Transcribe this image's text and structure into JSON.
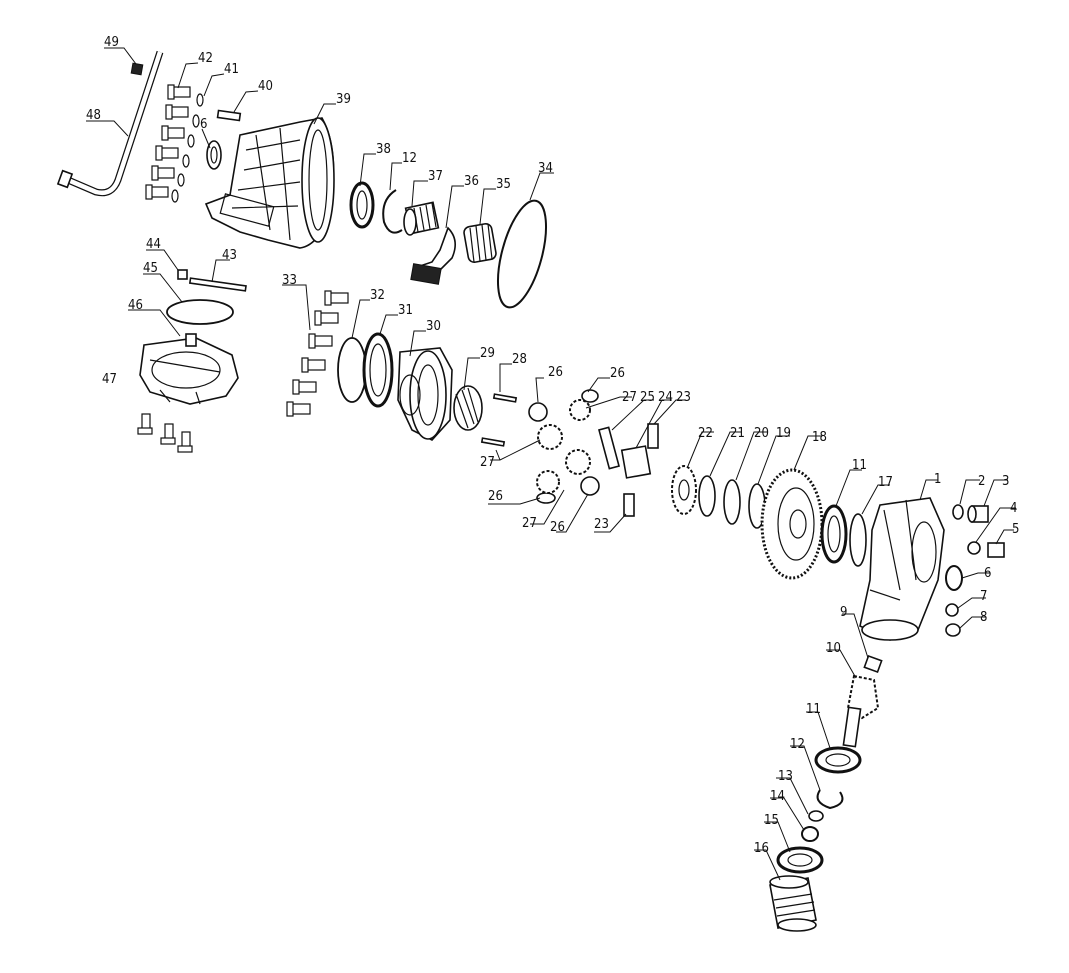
{
  "diagram": {
    "callouts": [
      "49",
      "42",
      "41",
      "40",
      "39",
      "48",
      "6",
      "38",
      "12",
      "37",
      "36",
      "35",
      "34",
      "44",
      "43",
      "45",
      "46",
      "33",
      "32",
      "31",
      "30",
      "29",
      "28",
      "26",
      "26",
      "27",
      "25",
      "24",
      "23",
      "47",
      "22",
      "21",
      "20",
      "19",
      "18",
      "27",
      "26",
      "27",
      "26",
      "23",
      "11",
      "17",
      "1",
      "2",
      "3",
      "4",
      "5",
      "6",
      "7",
      "8",
      "9",
      "10",
      "11",
      "12",
      "13",
      "14",
      "15",
      "16"
    ]
  }
}
